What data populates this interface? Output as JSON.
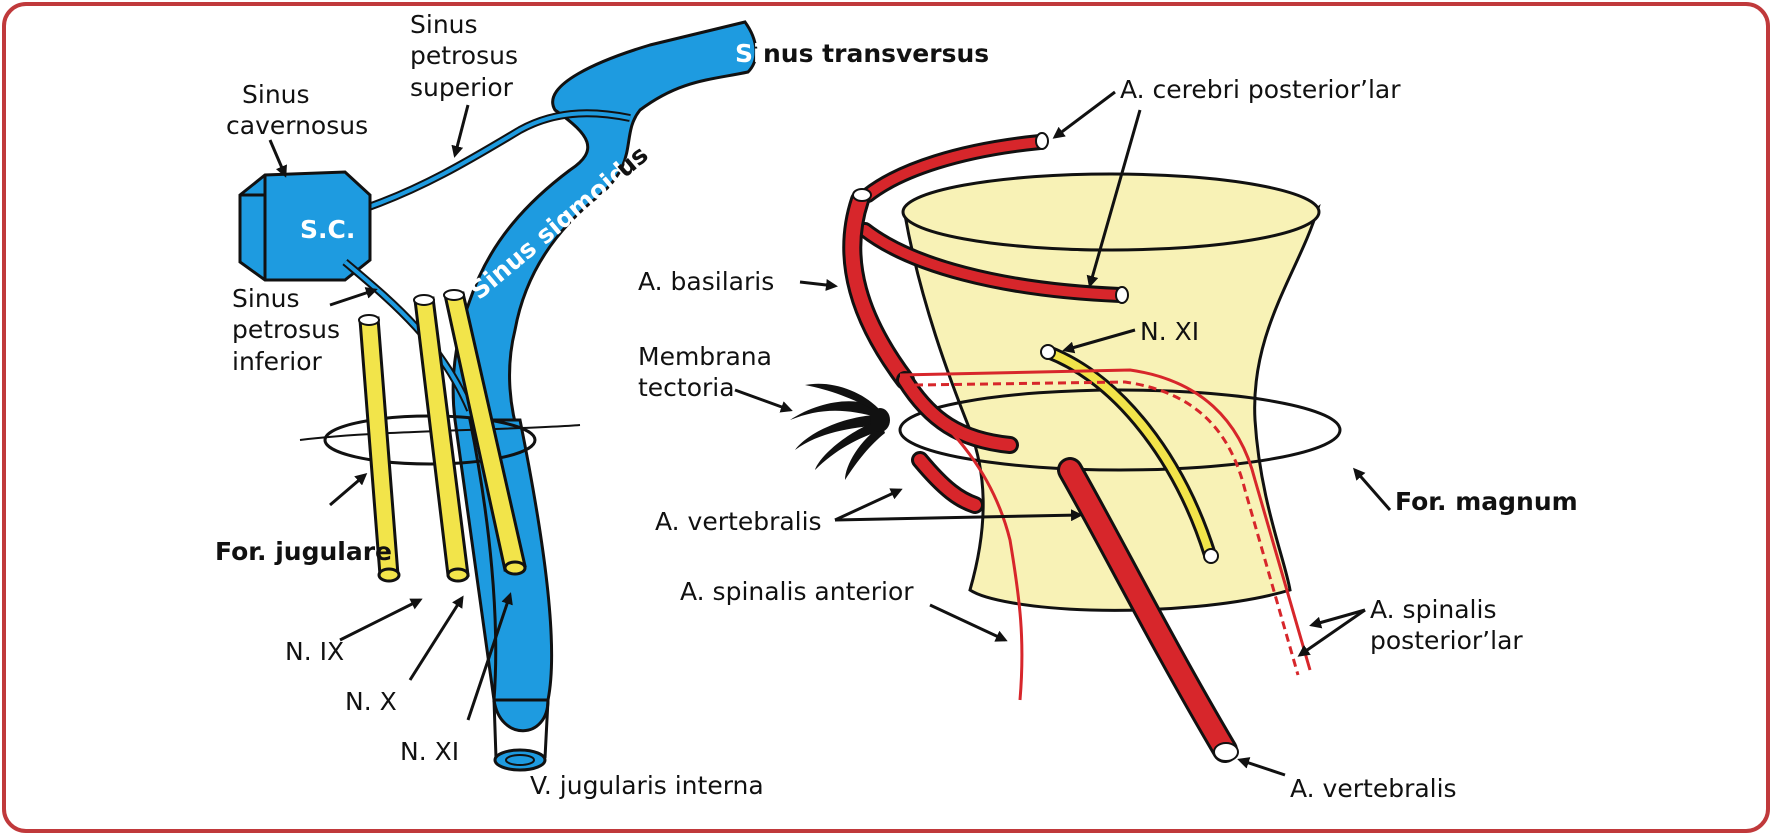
{
  "colors": {
    "frame": "#c0393b",
    "vein": "#1e9be0",
    "artery": "#d7262b",
    "nerve": "#f2e44a",
    "spinal_cord": "#f8f2b6",
    "outline": "#111111"
  },
  "left_panel": {
    "sinus_cavernosus": "Sinus cavernosus",
    "sinus_cavernosus_line1": "Sinus",
    "sinus_cavernosus_line2": "cavernosus",
    "sinus_cavernosus_abbr": "S.C.",
    "sinus_petrosus_superior_line1": "Sinus",
    "sinus_petrosus_superior_line2": "petrosus",
    "sinus_petrosus_superior_line3": "superior",
    "sinus_transversus_si": "Si",
    "sinus_transversus_rest": "nus transversus",
    "sinus_sigmoideus_on_vessel": "Sinus sigmoide",
    "sinus_sigmoideus_outside": "us",
    "sinus_petrosus_inferior_line1": "Sinus",
    "sinus_petrosus_inferior_line2": "petrosus",
    "sinus_petrosus_inferior_line3": "inferior",
    "foramen_jugulare": "For. jugulare",
    "n_ix": "N. IX",
    "n_x": "N. X",
    "n_xi": "N. XI",
    "v_jugularis_interna": "V. jugularis interna"
  },
  "right_panel": {
    "a_cerebri_posterior": "A. cerebri posterior’lar",
    "a_basilaris": "A. basilaris",
    "membrana_tectoria_line1": "Membrana",
    "membrana_tectoria_line2": "tectoria",
    "n_xi": "N. XI",
    "for_magnum": "For. magnum",
    "a_vertebralis_left": "A. vertebralis",
    "a_spinalis_anterior": "A. spinalis anterior",
    "a_spinalis_posterior_line1": "A. spinalis",
    "a_spinalis_posterior_line2": "posterior’lar",
    "a_vertebralis_bottom": "A. vertebralis"
  }
}
